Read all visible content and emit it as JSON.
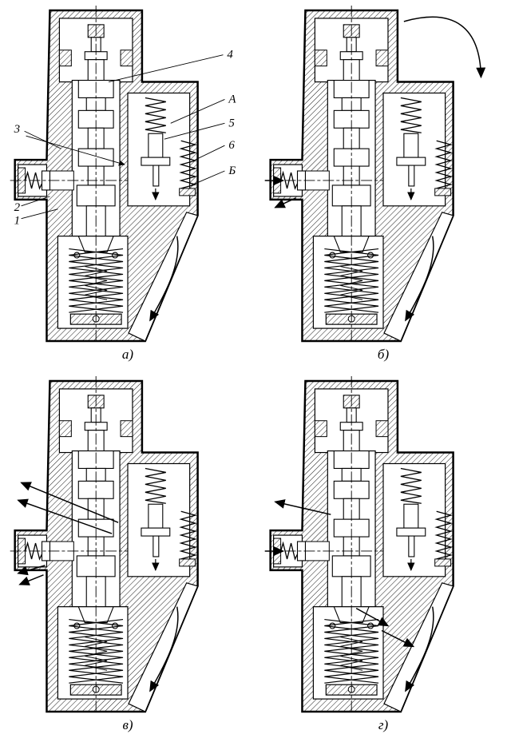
{
  "figure": {
    "panels": [
      {
        "caption": "а)",
        "callouts": {
          "n4": "4",
          "nA": "А",
          "n5": "5",
          "n6": "6",
          "nB": "Б",
          "n3": "3",
          "n2": "2",
          "n1": "1"
        }
      },
      {
        "caption": "б)"
      },
      {
        "caption": "в)"
      },
      {
        "caption": "г)"
      }
    ]
  }
}
